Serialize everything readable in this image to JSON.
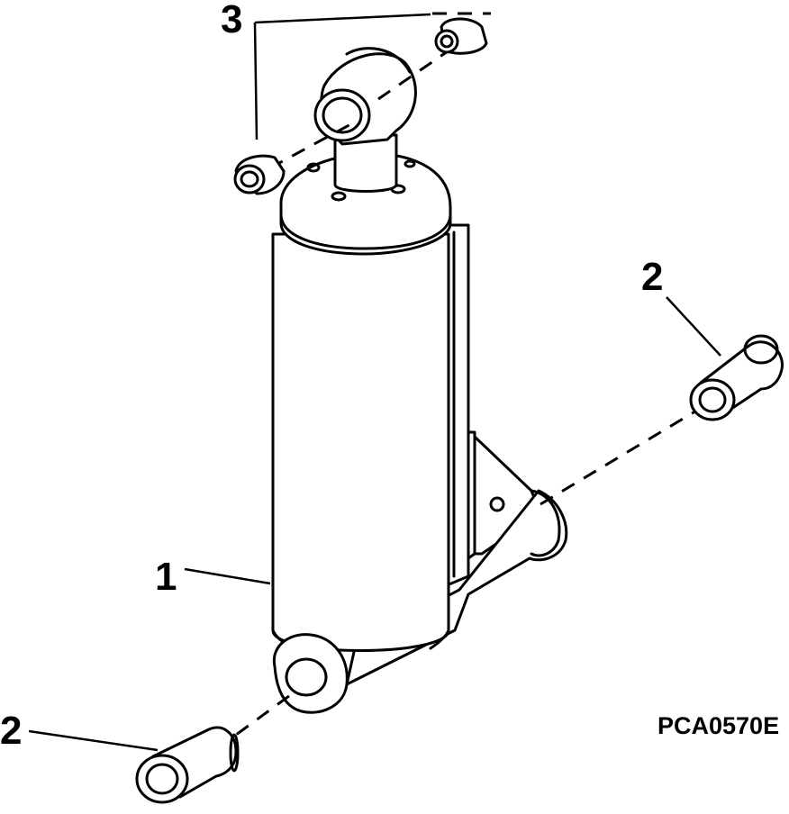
{
  "callouts": {
    "cylinder": "1",
    "bushing_right": "2",
    "bushing_left": "2",
    "bushing_rod": "3"
  },
  "figure_code": "PCA0570E"
}
